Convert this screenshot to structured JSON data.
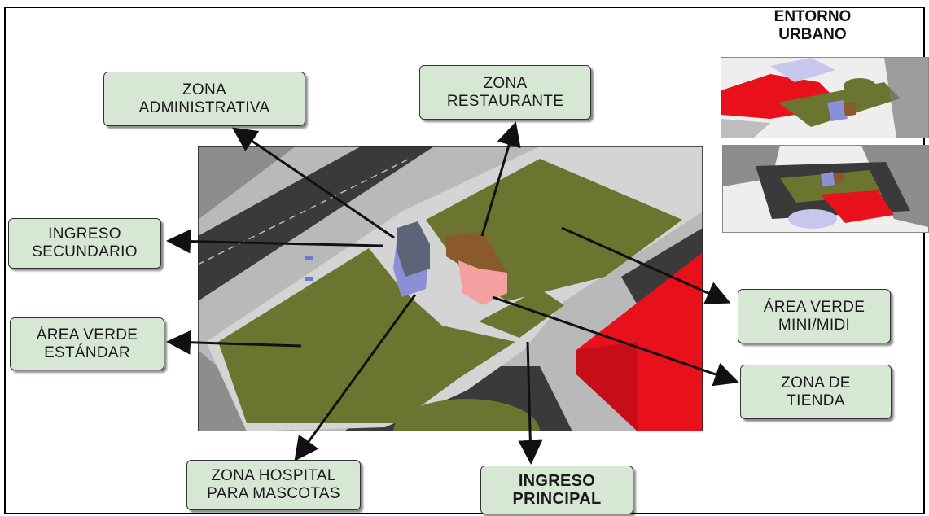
{
  "title": {
    "line1": "ENTORNO",
    "line2": "URBANO"
  },
  "labels": {
    "zona_administrativa": {
      "line1": "ZONA",
      "line2": "ADMINISTRATIVA"
    },
    "zona_restaurante": {
      "line1": "ZONA",
      "line2": "RESTAURANTE"
    },
    "ingreso_secundario": {
      "line1": "INGRESO",
      "line2": "SECUNDARIO"
    },
    "area_verde_estandar": {
      "line1": "ÁREA VERDE",
      "line2": "ESTÁNDAR"
    },
    "area_verde_mini_midi": {
      "line1": "ÁREA VERDE",
      "line2": "MINI/MIDI"
    },
    "zona_de_tienda": {
      "line1": "ZONA DE",
      "line2": "TIENDA"
    },
    "zona_hospital": {
      "line1": "ZONA HOSPITAL",
      "line2": "PARA MASCOTAS"
    },
    "ingreso_principal": {
      "line1": "INGRESO",
      "line2": "PRINCIPAL"
    }
  },
  "colors": {
    "label_bg": "#d6e8d4",
    "grass": "#6b7530",
    "road": "#3a3a3a",
    "sidewalk": "#cfcfcf",
    "red_building": "#e8101a",
    "admin_block": "#8a8fd6",
    "restaurant_block": "#8a5a2a",
    "shop_block": "#f2a0a0"
  }
}
